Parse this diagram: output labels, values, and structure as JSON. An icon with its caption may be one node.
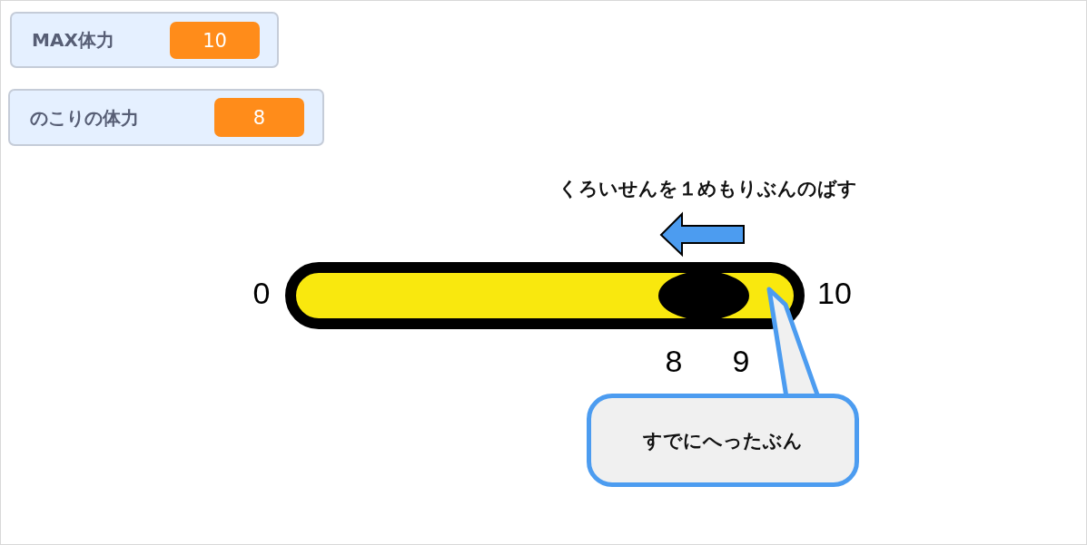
{
  "diagram": {
    "nodes": [
      {
        "text": [
          "MAX体力"
        ]
      },
      {
        "text": [
          "10"
        ],
        "in": 0
      },
      {
        "text": [
          "のこりの体力"
        ]
      },
      {
        "text": [
          "8"
        ],
        "in": 2
      },
      {
        "text": [
          "すでにへったぶん"
        ]
      },
      {
        "text": [],
        "shape": "bar"
      },
      {
        "text": [],
        "shape": "ellipse",
        "in": 5
      }
    ],
    "edges": [
      {
        "from": 4,
        "to": 5,
        "arrow": "none"
      }
    ],
    "labels": [
      "くろいせんを１めもりぶんのばす",
      "0",
      "10",
      "8",
      "9"
    ]
  }
}
